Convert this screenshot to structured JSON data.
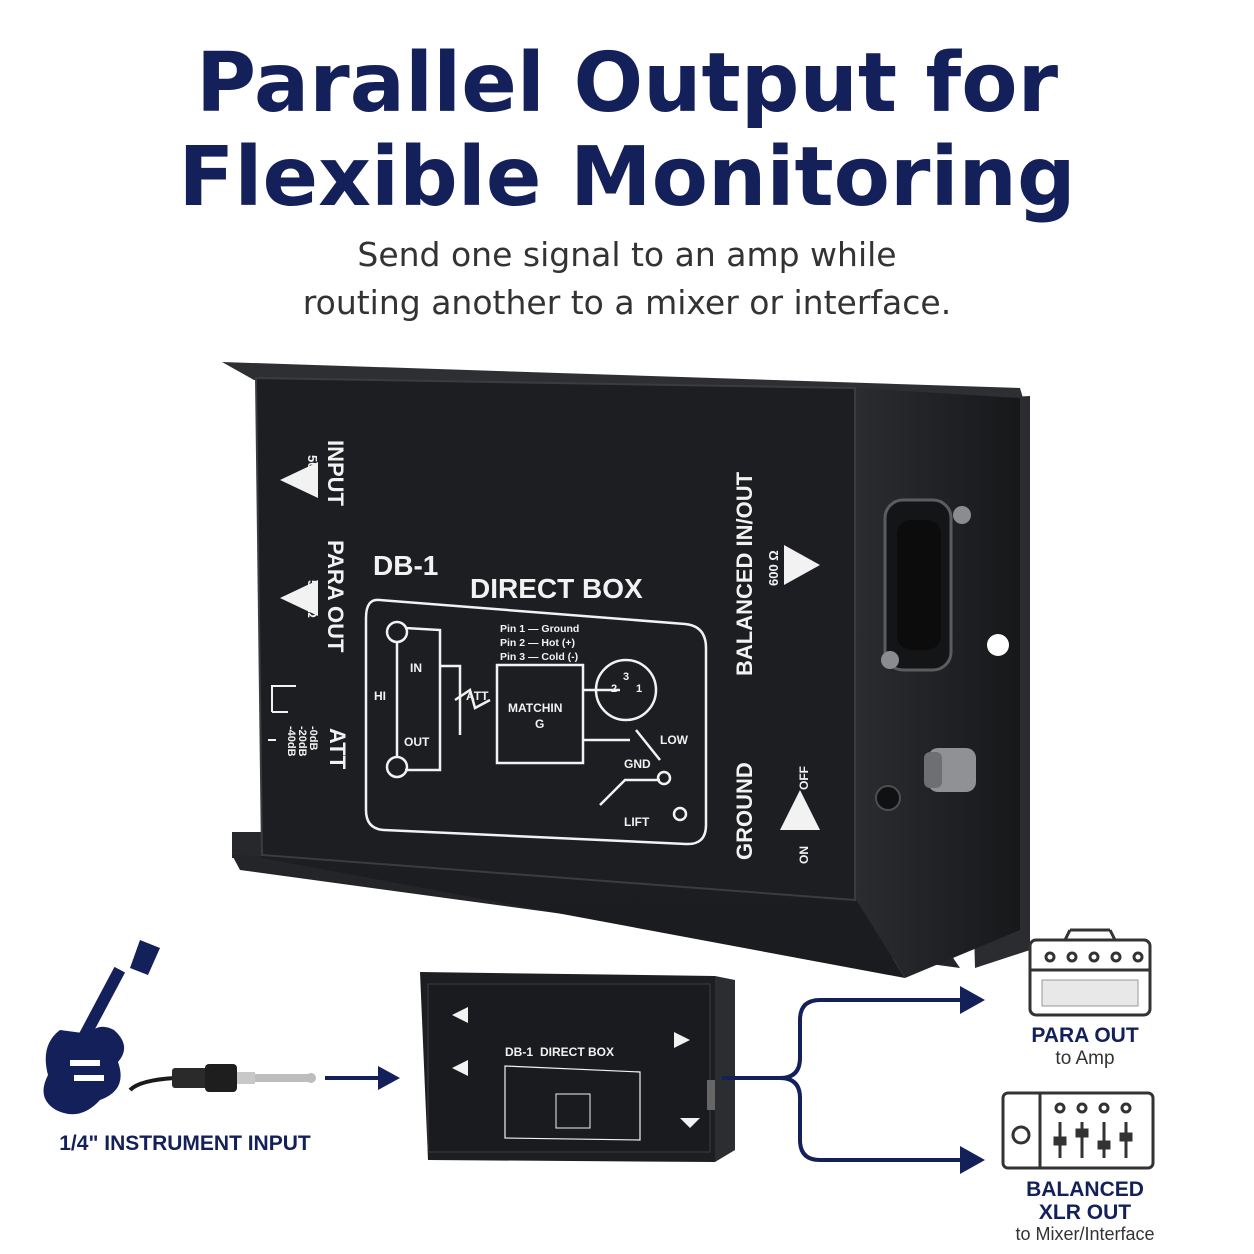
{
  "headline": {
    "line1": "Parallel Output for",
    "line2": "Flexible Monitoring"
  },
  "subheadline": {
    "line1": "Send one signal to an amp while",
    "line2": "routing another to a mixer or interface."
  },
  "device": {
    "model": "DB-1",
    "name": "DIRECT BOX",
    "input_label": "INPUT",
    "input_impedance": "50K Ω",
    "para_out_label": "PARA OUT",
    "para_out_impedance": "50K Ω",
    "att_label": "ATT",
    "att_levels": [
      "-0dB",
      "-20dB",
      "-40dB"
    ],
    "balanced_label": "BALANCED IN/OUT",
    "balanced_impedance": "600 Ω",
    "ground_label": "GROUND",
    "ground_off": "OFF",
    "ground_on": "ON",
    "schematic": {
      "hi": "HI",
      "in": "IN",
      "out": "OUT",
      "att": "ATT",
      "matching_line1": "MATCHIN",
      "matching_line2": "G",
      "pins": [
        "Pin 1 — Ground",
        "Pin 2 — Hot (+)",
        "Pin 3 — Cold (-)"
      ],
      "low": "LOW",
      "gnd": "GND",
      "lift": "LIFT",
      "pin_numbers": [
        "2",
        "3",
        "1"
      ]
    }
  },
  "diagram": {
    "input_caption": "1/4\" INSTRUMENT INPUT",
    "para_out_title": "PARA OUT",
    "para_out_sub": "to Amp",
    "xlr_title_line1": "BALANCED",
    "xlr_title_line2": "XLR OUT",
    "xlr_sub": "to Mixer/Interface"
  },
  "colors": {
    "navy": "#14205a",
    "device_body": "#2b2d31",
    "device_face": "#1c1d20",
    "device_print": "#f2f2f2"
  }
}
